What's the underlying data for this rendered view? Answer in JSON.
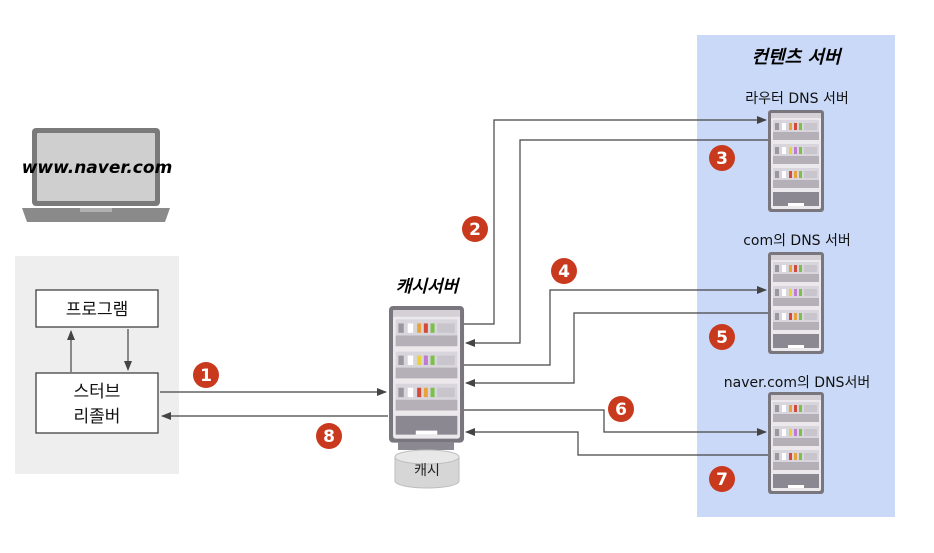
{
  "client": {
    "url": "www.naver.com",
    "program": "프로그램",
    "stub_line1": "스터브",
    "stub_line2": "리졸버"
  },
  "cache_server": {
    "title": "캐시서버",
    "db_label": "캐시"
  },
  "content_servers": {
    "title": "컨텐츠 서버",
    "root": "라우터 DNS 서버",
    "com": "com의 DNS 서버",
    "naver": "naver.com의 DNS서버"
  },
  "steps": [
    "1",
    "2",
    "3",
    "4",
    "5",
    "6",
    "7",
    "8"
  ],
  "colors": {
    "step_badge": "#c8391e",
    "content_panel": "#c9d9f7",
    "client_panel": "#eeeeee",
    "arrow": "#444444",
    "server_body": "#e9e6ea",
    "server_dark": "#78747c"
  }
}
